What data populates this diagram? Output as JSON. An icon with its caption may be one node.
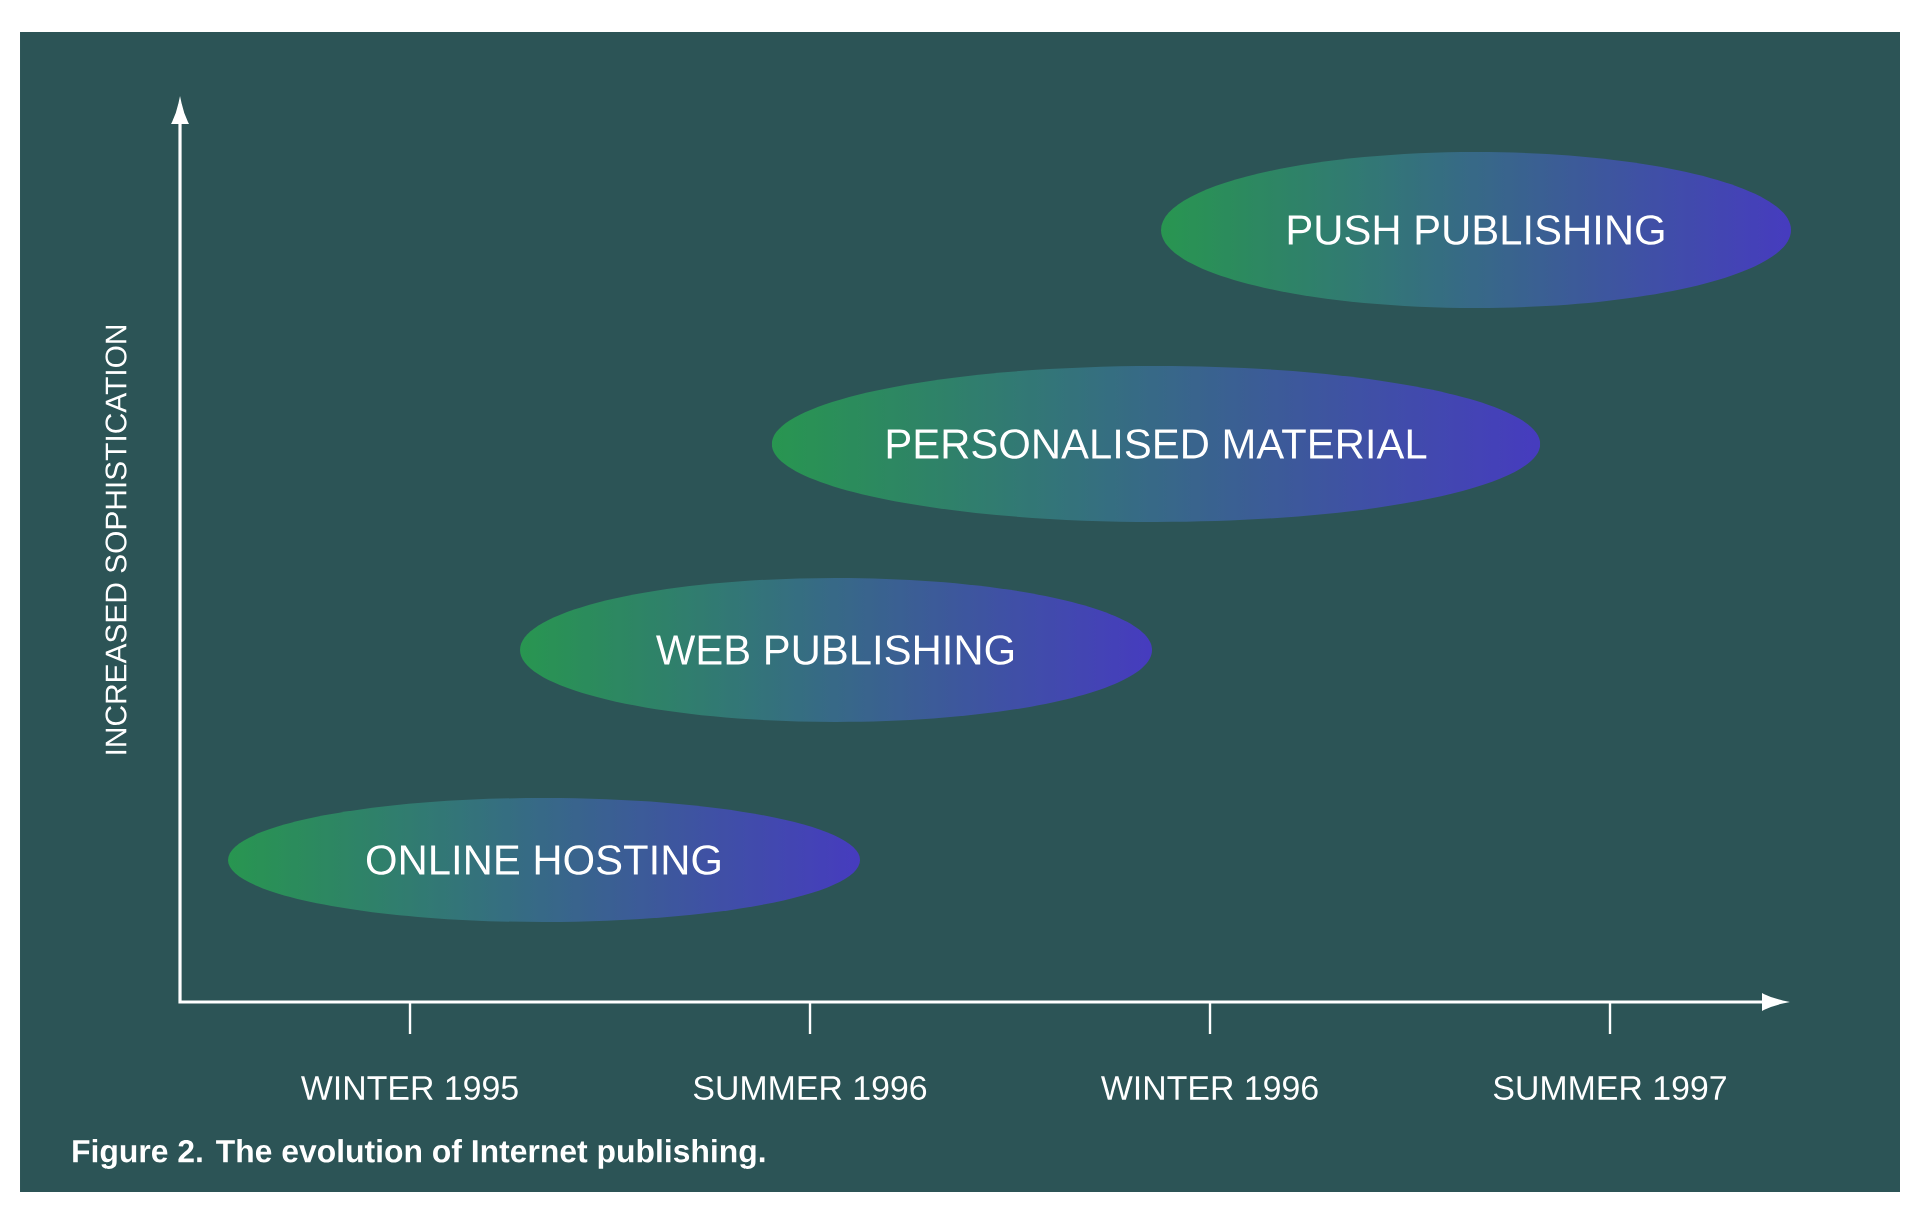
{
  "diagram": {
    "caption": "Figure 2. The evolution of Internet publishing.",
    "nodes": [
      {
        "text": [
          "ONLINE HOSTING"
        ]
      },
      {
        "text": [
          "WEB PUBLISHING"
        ]
      },
      {
        "text": [
          "PERSONALISED MATERIAL"
        ]
      },
      {
        "text": [
          "PUSH PUBLISHING"
        ]
      }
    ],
    "labels": [
      "INCREASED SOPHISTICATION",
      "WINTER 1995",
      "SUMMER 1996",
      "WINTER 1996",
      "SUMMER 1997"
    ]
  }
}
